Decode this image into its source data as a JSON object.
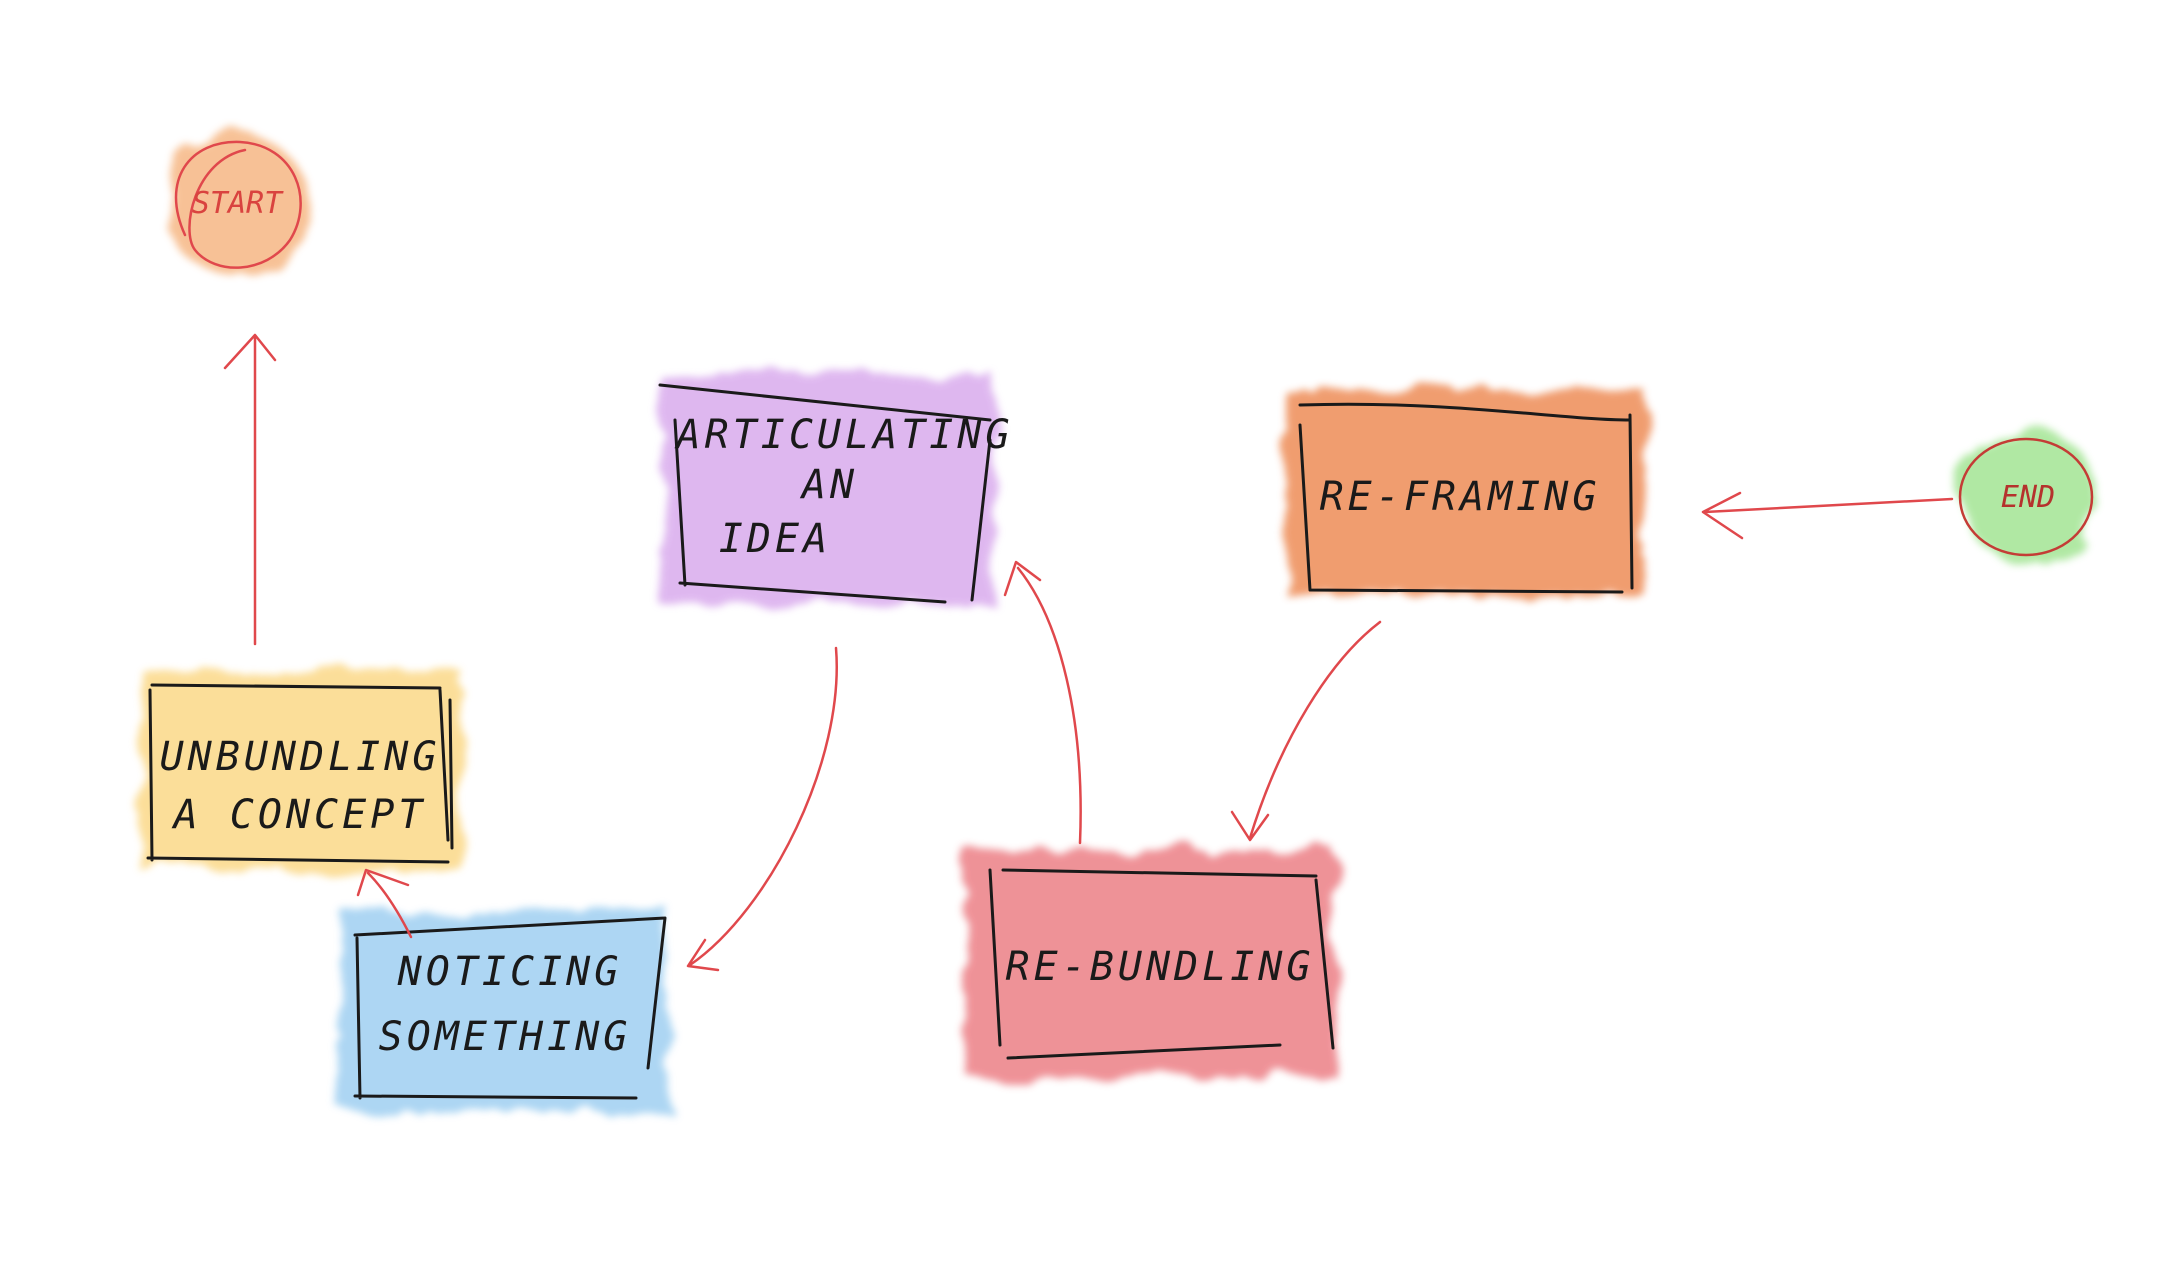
{
  "nodes": {
    "start": {
      "label": "START",
      "color": "#f6b784"
    },
    "end": {
      "label": "END",
      "color": "#a8e69a"
    },
    "unbundling": {
      "line1": "UNBUNDLING",
      "line2": "A CONCEPT",
      "color": "#fbd680"
    },
    "noticing": {
      "line1": "NOTICING",
      "line2": "SOMETHING",
      "color": "#9fcff1"
    },
    "articulating": {
      "line1": "ARTICULATING",
      "line2": "AN",
      "line3": "IDEA",
      "color": "#d7a6ec"
    },
    "reframing": {
      "label": "RE-FRAMING",
      "color": "#ee8c56"
    },
    "rebundling": {
      "label": "RE-BUNDLING",
      "color": "#ec7f85"
    }
  },
  "edges": [
    {
      "from": "END",
      "to": "RE-FRAMING"
    },
    {
      "from": "RE-FRAMING",
      "to": "RE-BUNDLING"
    },
    {
      "from": "RE-BUNDLING",
      "to": "ARTICULATING AN IDEA"
    },
    {
      "from": "ARTICULATING AN IDEA",
      "to": "NOTICING SOMETHING"
    },
    {
      "from": "NOTICING SOMETHING",
      "to": "UNBUNDLING A CONCEPT"
    },
    {
      "from": "UNBUNDLING A CONCEPT",
      "to": "START"
    }
  ],
  "arrow_color": "#e0484c"
}
